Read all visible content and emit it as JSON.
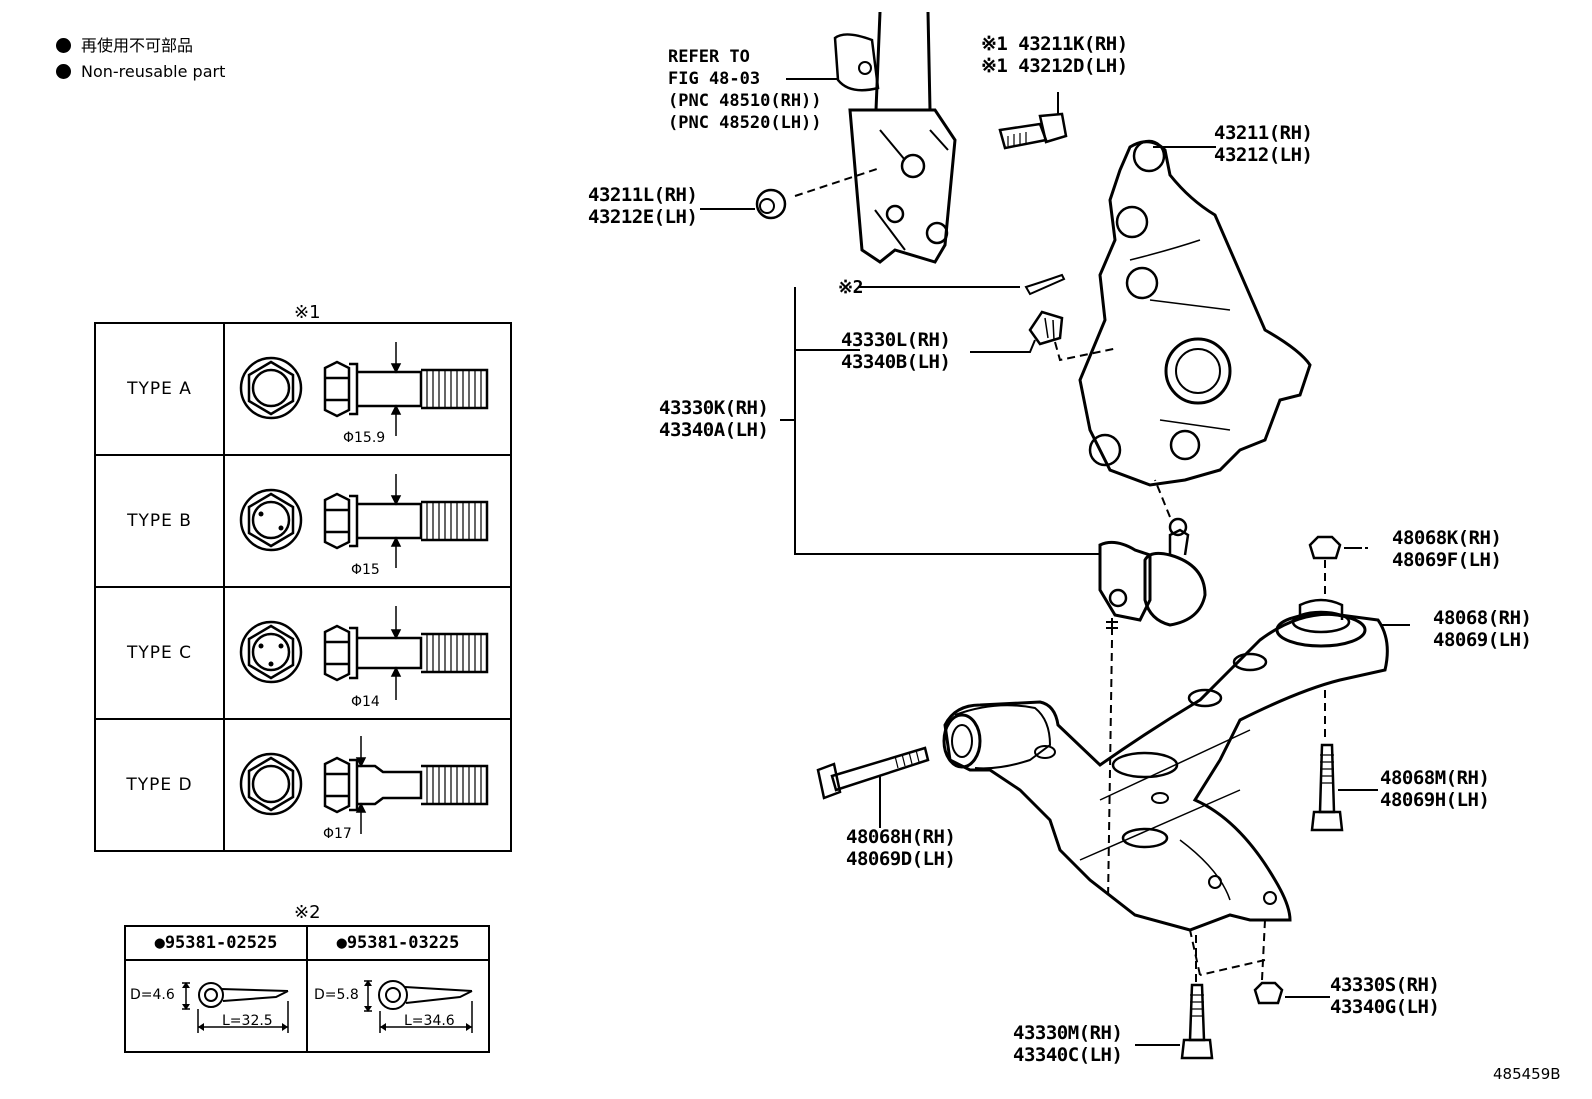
{
  "legend": {
    "line_jp": "再使用不可部品",
    "line_en": "Non-reusable part"
  },
  "refer": {
    "line1": "REFER TO",
    "line2": "FIG 48-03",
    "line3": "(PNC 48510(RH))",
    "line4": "(PNC 48520(LH))"
  },
  "parts": {
    "bolt_rh": "※1 43211K(RH)",
    "bolt_lh": "※1 43212D(LH)",
    "knuckle_rh": "43211(RH)",
    "knuckle_lh": "43212(LH)",
    "nut_rh": "43211L(RH)",
    "nut_lh": "43212E(LH)",
    "pin_mark": "※2",
    "bjnut_rh": "43330L(RH)",
    "bjnut_lh": "43340B(LH)",
    "bj_rh": "43330K(RH)",
    "bj_lh": "43340A(LH)",
    "armnut_rh": "48068K(RH)",
    "armnut_lh": "48069F(LH)",
    "bush_rh": "48068(RH)",
    "bush_lh": "48069(LH)",
    "armbolt_rh": "48068M(RH)",
    "armbolt_lh": "48069H(LH)",
    "frontbolt_rh": "48068H(RH)",
    "frontbolt_lh": "48069D(LH)",
    "lownut_rh": "43330S(RH)",
    "lownut_lh": "43340G(LH)",
    "lowbolt_rh": "43330M(RH)",
    "lowbolt_lh": "43340C(LH)"
  },
  "table1": {
    "mark": "※1",
    "rows": [
      {
        "type": "TYPE  A",
        "dia": "Φ15.9"
      },
      {
        "type": "TYPE  B",
        "dia": "Φ15"
      },
      {
        "type": "TYPE  C",
        "dia": "Φ14"
      },
      {
        "type": "TYPE  D",
        "dia": "Φ17"
      }
    ]
  },
  "table2": {
    "mark": "※2",
    "cols": [
      {
        "part": "●95381-02525",
        "d": "D=4.6",
        "l": "L=32.5"
      },
      {
        "part": "●95381-03225",
        "d": "D=5.8",
        "l": "L=34.6"
      }
    ]
  },
  "figure_id": "485459B"
}
